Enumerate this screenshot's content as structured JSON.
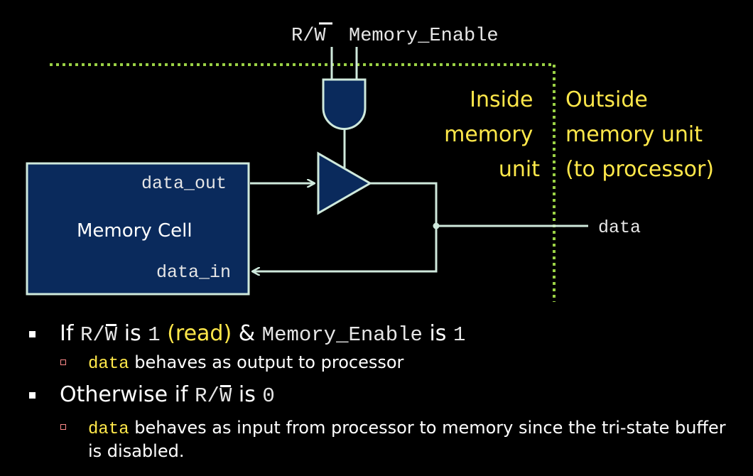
{
  "diagram": {
    "labels": {
      "rw_r": "R/",
      "rw_w": "W",
      "memory_enable": "Memory_Enable",
      "inside": [
        "Inside",
        "memory",
        "unit"
      ],
      "outside": [
        "Outside",
        "memory unit",
        "(to processor)"
      ],
      "memory_cell": "Memory Cell",
      "data_out": "data_out",
      "data_in": "data_in",
      "data": "data"
    },
    "colors": {
      "background": "#000000",
      "cell_fill": "#0a2a5c",
      "wire": "#cfe9dc",
      "boundary": "#9bd245",
      "highlight_text": "#ffe84a"
    }
  },
  "bullets": {
    "b1": {
      "if": "If",
      "rw_r": "R/",
      "rw_w": "W",
      "is": "is",
      "one": "1",
      "read": "(read)",
      "amp": "&",
      "mem_enable": "Memory_Enable",
      "is2": "is",
      "one2": "1"
    },
    "b1_sub": {
      "data": "data",
      "text": "behaves as output to processor"
    },
    "b2": {
      "otherwise": "Otherwise if",
      "rw_r": "R/",
      "rw_w": "W",
      "is": "is",
      "zero": "0"
    },
    "b2_sub": {
      "data": "data",
      "text": "behaves as input from processor to memory since the tri-state buffer is disabled."
    }
  }
}
